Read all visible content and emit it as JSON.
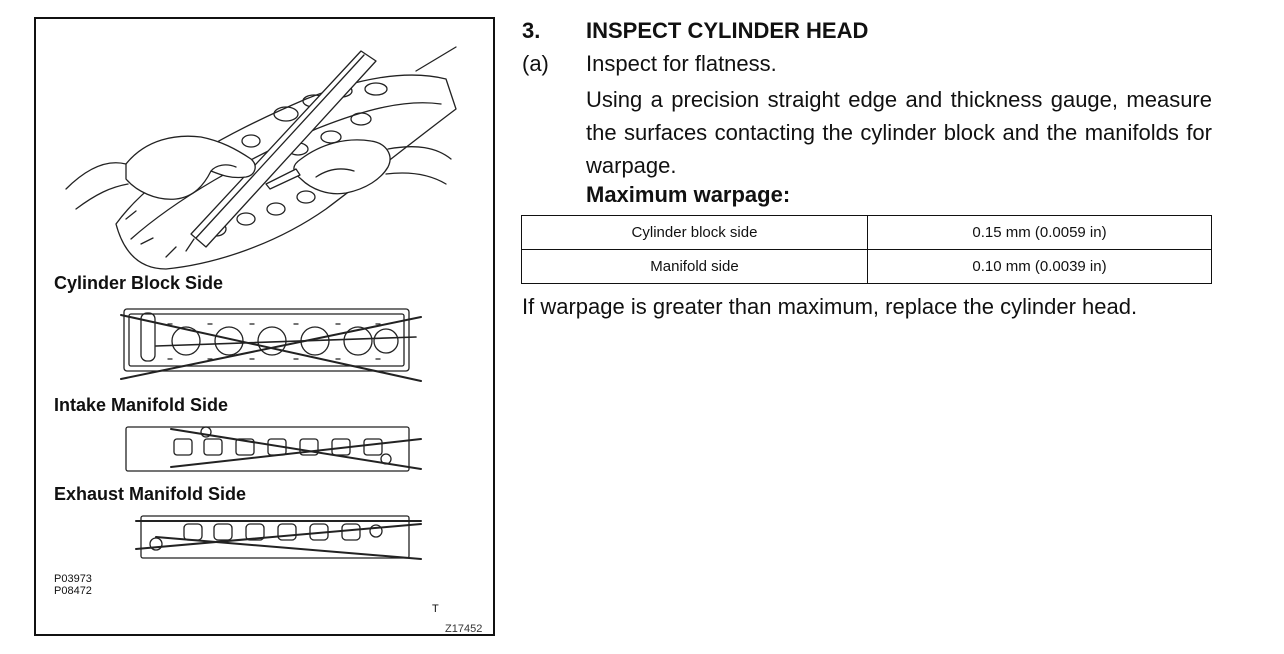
{
  "figure": {
    "labels": {
      "cylinder_block": "Cylinder Block Side",
      "intake": "Intake Manifold Side",
      "exhaust": "Exhaust Manifold Side"
    },
    "codes": [
      "P03973",
      "P08472"
    ],
    "mark": "T",
    "figure_id": "Z17452"
  },
  "step": {
    "number": "3.",
    "title": "INSPECT CYLINDER HEAD",
    "sub_label": "(a)",
    "sub_title": "Inspect for flatness.",
    "paragraph": "Using a precision straight edge and thickness gauge, measure the surfaces contacting the cylinder block and the manifolds for warpage.",
    "spec_title": "Maximum warpage:",
    "spec_table": [
      {
        "location": "Cylinder block side",
        "value": "0.15 mm (0.0059 in)"
      },
      {
        "location": "Manifold side",
        "value": "0.10 mm (0.0039 in)"
      }
    ],
    "note": "If warpage is greater than maximum, replace the cylinder head."
  }
}
